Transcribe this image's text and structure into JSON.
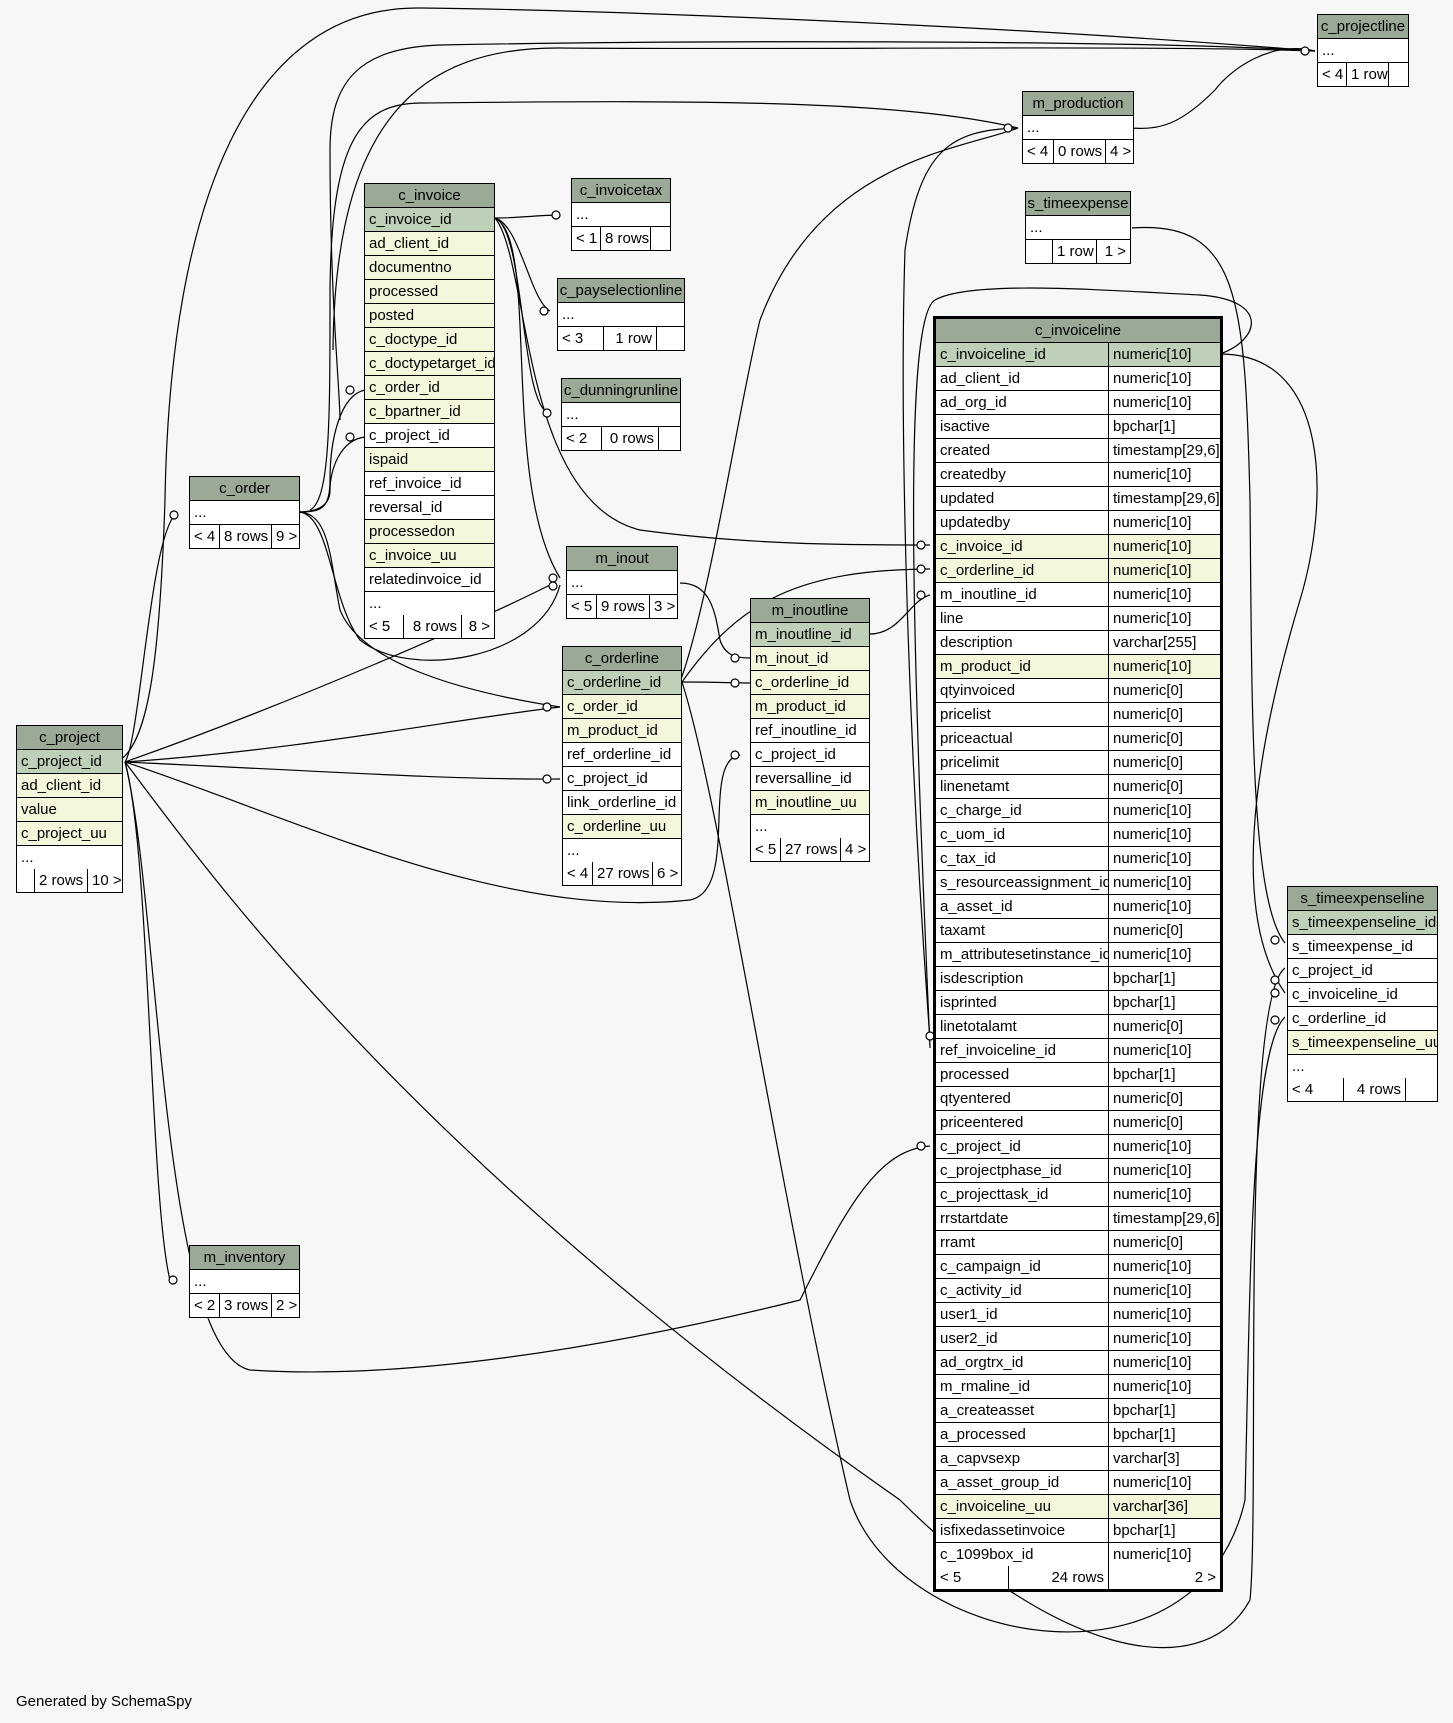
{
  "generated_by": "Generated by SchemaSpy",
  "colors": {
    "header": "#9aaa96",
    "primary_key": "#bfd0b9",
    "foreign_key": "#f4f7dc",
    "column": "#ffffff",
    "background": "#f7f7f7"
  },
  "tables": {
    "c_projectline": {
      "name": "c_projectline",
      "rows": [
        {
          "c": "..."
        }
      ],
      "footer": [
        "< 4",
        "1 row",
        ""
      ]
    },
    "m_production": {
      "name": "m_production",
      "rows": [
        {
          "c": "..."
        }
      ],
      "footer": [
        "< 4",
        "0 rows",
        "4 >"
      ]
    },
    "s_timeexpense": {
      "name": "s_timeexpense",
      "rows": [
        {
          "c": "..."
        }
      ],
      "footer": [
        "",
        "1 row",
        "1 >"
      ]
    },
    "c_invoicetax": {
      "name": "c_invoicetax",
      "rows": [
        {
          "c": "..."
        }
      ],
      "footer": [
        "< 1",
        "8 rows",
        ""
      ]
    },
    "c_payselectionline": {
      "name": "c_payselectionline",
      "rows": [
        {
          "c": "..."
        }
      ],
      "footer": [
        "< 3",
        "1 row",
        ""
      ]
    },
    "c_dunningrunline": {
      "name": "c_dunningrunline",
      "rows": [
        {
          "c": "..."
        }
      ],
      "footer": [
        "< 2",
        "0 rows",
        ""
      ]
    },
    "c_invoice": {
      "name": "c_invoice",
      "rows": [
        {
          "c": "c_invoice_id",
          "k": "pk"
        },
        {
          "c": "ad_client_id",
          "k": "fk"
        },
        {
          "c": "documentno",
          "k": "fk"
        },
        {
          "c": "processed",
          "k": "fk"
        },
        {
          "c": "posted",
          "k": "fk"
        },
        {
          "c": "c_doctype_id",
          "k": "fk"
        },
        {
          "c": "c_doctypetarget_id",
          "k": "fk"
        },
        {
          "c": "c_order_id",
          "k": "fk"
        },
        {
          "c": "c_bpartner_id",
          "k": "fk"
        },
        {
          "c": "c_project_id"
        },
        {
          "c": "ispaid",
          "k": "fk"
        },
        {
          "c": "ref_invoice_id"
        },
        {
          "c": "reversal_id"
        },
        {
          "c": "processedon",
          "k": "fk"
        },
        {
          "c": "c_invoice_uu",
          "k": "fk"
        },
        {
          "c": "relatedinvoice_id"
        },
        {
          "c": "..."
        }
      ],
      "footer": [
        "< 5",
        "8 rows",
        "8 >"
      ]
    },
    "c_order": {
      "name": "c_order",
      "rows": [
        {
          "c": "..."
        }
      ],
      "footer": [
        "< 4",
        "8 rows",
        "9 >"
      ]
    },
    "m_inout": {
      "name": "m_inout",
      "rows": [
        {
          "c": "..."
        }
      ],
      "footer": [
        "< 5",
        "9 rows",
        "3 >"
      ]
    },
    "c_orderline": {
      "name": "c_orderline",
      "rows": [
        {
          "c": "c_orderline_id",
          "k": "pk"
        },
        {
          "c": "c_order_id",
          "k": "fk"
        },
        {
          "c": "m_product_id",
          "k": "fk"
        },
        {
          "c": "ref_orderline_id"
        },
        {
          "c": "c_project_id"
        },
        {
          "c": "link_orderline_id"
        },
        {
          "c": "c_orderline_uu",
          "k": "fk"
        },
        {
          "c": "..."
        }
      ],
      "footer": [
        "< 4",
        "27 rows",
        "6 >"
      ]
    },
    "m_inoutline": {
      "name": "m_inoutline",
      "rows": [
        {
          "c": "m_inoutline_id",
          "k": "pk"
        },
        {
          "c": "m_inout_id",
          "k": "fk"
        },
        {
          "c": "c_orderline_id",
          "k": "fk"
        },
        {
          "c": "m_product_id",
          "k": "fk"
        },
        {
          "c": "ref_inoutline_id"
        },
        {
          "c": "c_project_id"
        },
        {
          "c": "reversalline_id"
        },
        {
          "c": "m_inoutline_uu",
          "k": "fk"
        },
        {
          "c": "..."
        }
      ],
      "footer": [
        "< 5",
        "27 rows",
        "4 >"
      ]
    },
    "c_project": {
      "name": "c_project",
      "rows": [
        {
          "c": "c_project_id",
          "k": "pk"
        },
        {
          "c": "ad_client_id",
          "k": "fk"
        },
        {
          "c": "value",
          "k": "fk"
        },
        {
          "c": "c_project_uu",
          "k": "fk"
        },
        {
          "c": "..."
        }
      ],
      "footer": [
        "",
        "2 rows",
        "10 >"
      ]
    },
    "m_inventory": {
      "name": "m_inventory",
      "rows": [
        {
          "c": "..."
        }
      ],
      "footer": [
        "< 2",
        "3 rows",
        "2 >"
      ]
    },
    "s_timeexpenseline": {
      "name": "s_timeexpenseline",
      "rows": [
        {
          "c": "s_timeexpenseline_id",
          "k": "pk"
        },
        {
          "c": "s_timeexpense_id"
        },
        {
          "c": "c_project_id"
        },
        {
          "c": "c_invoiceline_id"
        },
        {
          "c": "c_orderline_id"
        },
        {
          "c": "s_timeexpenseline_uu",
          "k": "fk"
        },
        {
          "c": "..."
        }
      ],
      "footer": [
        "< 4",
        "4 rows",
        ""
      ]
    },
    "c_invoiceline": {
      "name": "c_invoiceline",
      "rows": [
        {
          "c": "c_invoiceline_id",
          "t": "numeric[10]",
          "k": "pk"
        },
        {
          "c": "ad_client_id",
          "t": "numeric[10]"
        },
        {
          "c": "ad_org_id",
          "t": "numeric[10]"
        },
        {
          "c": "isactive",
          "t": "bpchar[1]"
        },
        {
          "c": "created",
          "t": "timestamp[29,6]"
        },
        {
          "c": "createdby",
          "t": "numeric[10]"
        },
        {
          "c": "updated",
          "t": "timestamp[29,6]"
        },
        {
          "c": "updatedby",
          "t": "numeric[10]"
        },
        {
          "c": "c_invoice_id",
          "t": "numeric[10]",
          "k": "fk"
        },
        {
          "c": "c_orderline_id",
          "t": "numeric[10]",
          "k": "fk"
        },
        {
          "c": "m_inoutline_id",
          "t": "numeric[10]"
        },
        {
          "c": "line",
          "t": "numeric[10]"
        },
        {
          "c": "description",
          "t": "varchar[255]"
        },
        {
          "c": "m_product_id",
          "t": "numeric[10]",
          "k": "fk"
        },
        {
          "c": "qtyinvoiced",
          "t": "numeric[0]"
        },
        {
          "c": "pricelist",
          "t": "numeric[0]"
        },
        {
          "c": "priceactual",
          "t": "numeric[0]"
        },
        {
          "c": "pricelimit",
          "t": "numeric[0]"
        },
        {
          "c": "linenetamt",
          "t": "numeric[0]"
        },
        {
          "c": "c_charge_id",
          "t": "numeric[10]"
        },
        {
          "c": "c_uom_id",
          "t": "numeric[10]"
        },
        {
          "c": "c_tax_id",
          "t": "numeric[10]"
        },
        {
          "c": "s_resourceassignment_id",
          "t": "numeric[10]"
        },
        {
          "c": "a_asset_id",
          "t": "numeric[10]"
        },
        {
          "c": "taxamt",
          "t": "numeric[0]"
        },
        {
          "c": "m_attributesetinstance_id",
          "t": "numeric[10]"
        },
        {
          "c": "isdescription",
          "t": "bpchar[1]"
        },
        {
          "c": "isprinted",
          "t": "bpchar[1]"
        },
        {
          "c": "linetotalamt",
          "t": "numeric[0]"
        },
        {
          "c": "ref_invoiceline_id",
          "t": "numeric[10]"
        },
        {
          "c": "processed",
          "t": "bpchar[1]"
        },
        {
          "c": "qtyentered",
          "t": "numeric[0]"
        },
        {
          "c": "priceentered",
          "t": "numeric[0]"
        },
        {
          "c": "c_project_id",
          "t": "numeric[10]"
        },
        {
          "c": "c_projectphase_id",
          "t": "numeric[10]"
        },
        {
          "c": "c_projecttask_id",
          "t": "numeric[10]"
        },
        {
          "c": "rrstartdate",
          "t": "timestamp[29,6]"
        },
        {
          "c": "rramt",
          "t": "numeric[0]"
        },
        {
          "c": "c_campaign_id",
          "t": "numeric[10]"
        },
        {
          "c": "c_activity_id",
          "t": "numeric[10]"
        },
        {
          "c": "user1_id",
          "t": "numeric[10]"
        },
        {
          "c": "user2_id",
          "t": "numeric[10]"
        },
        {
          "c": "ad_orgtrx_id",
          "t": "numeric[10]"
        },
        {
          "c": "m_rmaline_id",
          "t": "numeric[10]"
        },
        {
          "c": "a_createasset",
          "t": "bpchar[1]"
        },
        {
          "c": "a_processed",
          "t": "bpchar[1]"
        },
        {
          "c": "a_capvsexp",
          "t": "varchar[3]"
        },
        {
          "c": "a_asset_group_id",
          "t": "numeric[10]"
        },
        {
          "c": "c_invoiceline_uu",
          "t": "varchar[36]",
          "k": "fk"
        },
        {
          "c": "isfixedassetinvoice",
          "t": "bpchar[1]"
        },
        {
          "c": "c_1099box_id",
          "t": "numeric[10]"
        }
      ],
      "footer": [
        "< 5",
        "24 rows",
        "2 >"
      ]
    }
  }
}
